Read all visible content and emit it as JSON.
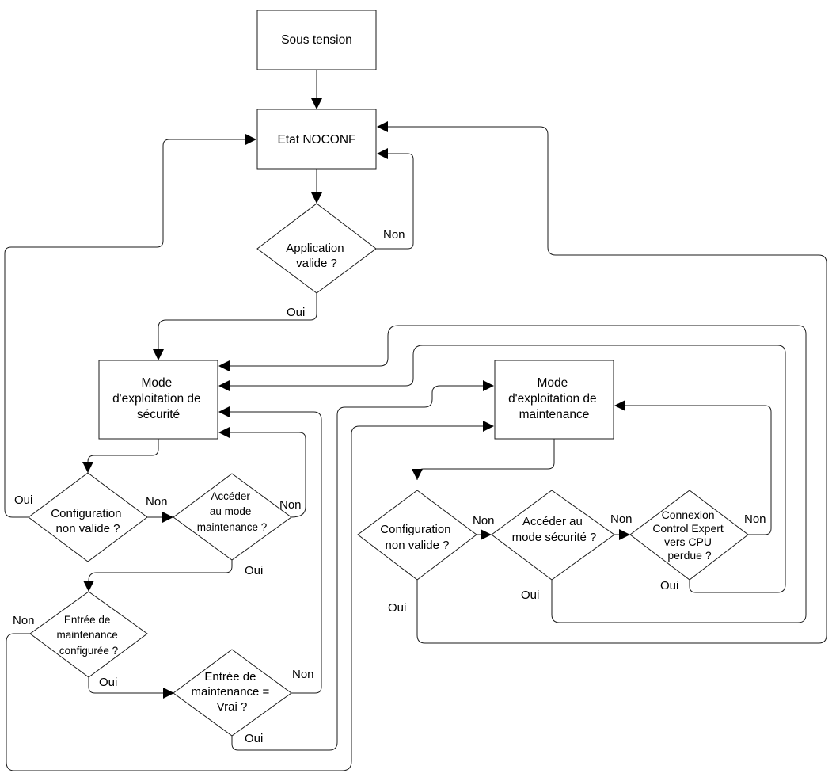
{
  "nodes": {
    "power_on": "Sous tension",
    "noconf_state": "Etat NOCONF",
    "valid_app": [
      "Application",
      "valide ?"
    ],
    "safety_mode": [
      "Mode",
      "d'exploitation de",
      "sécurité"
    ],
    "maintenance_mode": [
      "Mode",
      "d'exploitation de",
      "maintenance"
    ],
    "config_invalid_safety": [
      "Configuration",
      "non valide ?"
    ],
    "access_maintenance": [
      "Accéder",
      "au mode",
      "maintenance ?"
    ],
    "maintenance_input_configured": [
      "Entrée de",
      "maintenance",
      "configurée ?"
    ],
    "maintenance_input_true": [
      "Entrée de",
      "maintenance =",
      "Vrai ?"
    ],
    "config_invalid_maint": [
      "Configuration",
      "non valide ?"
    ],
    "access_safety": [
      "Accéder au",
      "mode sécurité ?"
    ],
    "connection_lost": [
      "Connexion",
      "Control Expert",
      "vers CPU",
      "perdue ?"
    ]
  },
  "labels": {
    "oui": "Oui",
    "non": "Non"
  }
}
